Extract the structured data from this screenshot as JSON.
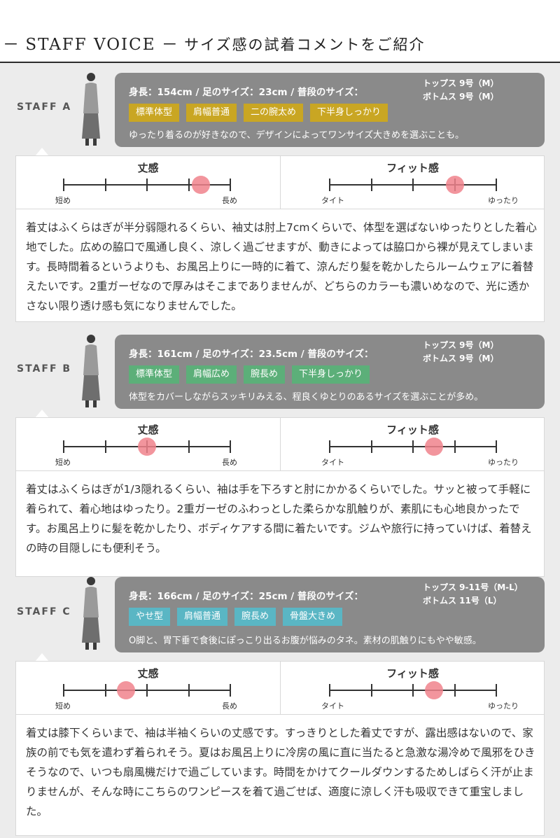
{
  "header": {
    "title_en": "STAFF VOICE",
    "title_jp": "サイズ感の試着コメントをご紹介"
  },
  "scale_labels": {
    "length_title": "丈感",
    "length_min": "短め",
    "length_max": "長め",
    "fit_title": "フィット感",
    "fit_min": "タイト",
    "fit_max": "ゆったり"
  },
  "staff": [
    {
      "label": "STAFF A",
      "profile": "身長：154cm / 足のサイズ：23cm / 普段のサイズ：",
      "tops": "トップス 9号（M）",
      "bottoms": "ボトムス 9号（M）",
      "tags": [
        "標準体型",
        "肩幅普通",
        "二の腕太め",
        "下半身しっかり"
      ],
      "tag_color": "#c9a623",
      "note": "ゆったり着るのが好きなので、デザインによってワンサイズ大きめを選ぶことも。",
      "length_value": 3.3,
      "fit_value": 3,
      "comment": "着丈はふくらはぎが半分弱隠れるくらい、袖丈は肘上7cmくらいで、体型を選ばないゆったりとした着心地でした。広めの脇口で風通し良く、涼しく過ごせますが、動きによっては脇口から裸が見えてしまいます。長時間着るというよりも、お風呂上りに一時的に着て、涼んだり髪を乾かしたらルームウェアに着替えたいです。2重ガーゼなので厚みはそこまでありませんが、どちらのカラーも濃いめなので、光に透かさない限り透け感も気になりませんでした。"
    },
    {
      "label": "STAFF B",
      "profile": "身長：161cm / 足のサイズ：23.5cm / 普段のサイズ：",
      "tops": "トップス 9号（M）",
      "bottoms": "ボトムス 9号（M）",
      "tags": [
        "標準体型",
        "肩幅広め",
        "腕長め",
        "下半身しっかり"
      ],
      "tag_color": "#5caf79",
      "note": "体型をカバーしながらスッキリみえる、程良くゆとりのあるサイズを選ぶことが多め。",
      "length_value": 2,
      "fit_value": 2.5,
      "comment": "着丈はふくらはぎが1/3隠れるくらい、袖は手を下ろすと肘にかかるくらいでした。サッと被って手軽に着られて、着心地はゆったり。2重ガーゼのふわっとした柔らかな肌触りが、素肌にも心地良かったです。お風呂上りに髪を乾かしたり、ボディケアする間に着たいです。ジムや旅行に持っていけば、着替えの時の目隠しにも便利そう。"
    },
    {
      "label": "STAFF C",
      "profile": "身長：166cm / 足のサイズ：25cm / 普段のサイズ：",
      "tops": "トップス 9-11号（M-L）",
      "bottoms": "ボトムス 11号（L）",
      "tags": [
        "やせ型",
        "肩幅普通",
        "腕長め",
        "骨盤大きめ"
      ],
      "tag_color": "#5ab6c4",
      "note": "O脚と、胃下垂で食後にぽっこり出るお腹が悩みのタネ。素材の肌触りにもやや敏感。",
      "length_value": 1.5,
      "fit_value": 2.5,
      "comment": "着丈は膝下くらいまで、袖は半袖くらいの丈感です。すっきりとした着丈ですが、露出感はないので、家族の前でも気を遣わず着られそう。夏はお風呂上りに冷房の風に直に当たると急激な湯冷めで風邪をひきそうなので、いつも扇風機だけで過ごしています。時間をかけてクールダウンするためしばらく汗が止まりませんが、そんな時にこちらのワンピースを着て過ごせば、適度に涼しく汗も吸収できて重宝しました。"
    }
  ]
}
